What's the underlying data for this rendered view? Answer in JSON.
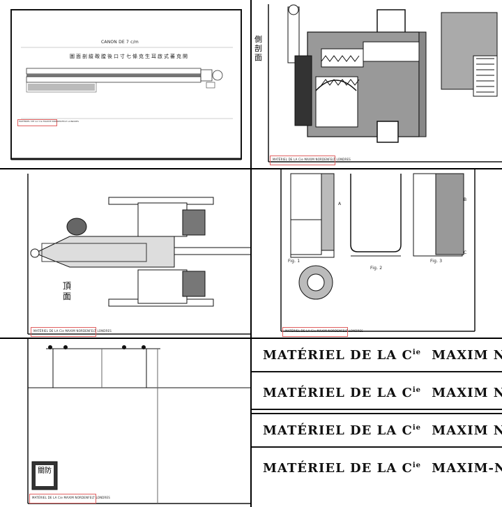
{
  "panel1": {
    "title": "CANON DE 7 c/m",
    "chinese_title": "圖面剖縱礮膛後口寸七條克生耳啟式蕃克開",
    "stamp": "MATÉRIEL DE LA Cie MAXIM NORDENFELT LONDRES"
  },
  "panel2": {
    "side_label": "側剖面",
    "stamp": "MATÉRIEL DE LA Cie MAXIM NORDENFELT LONDRES"
  },
  "panel3": {
    "top_label": "頂面",
    "stamp": "MATÉRIEL DE LA Cie MAXIM NORDENFELT LONDRES"
  },
  "panel4": {
    "fig1": "Fig. 1",
    "fig2": "Fig. 2",
    "fig3": "Fig. 3",
    "letter_a": "A",
    "letter_b": "B",
    "letter_c": "C",
    "stamp": "MATÉRIEL DE LA Cie MAXIM NORDENFELT LONDRES"
  },
  "panel5": {
    "seal_text": "關防",
    "stamp": "MATÉRIEL DE LA Cie MAXIM NORDENFELT LONDRES"
  },
  "panel6": {
    "lines": [
      {
        "pre": "MATÉRIEL DE LA C",
        "sup": "ie",
        "post": " MAXIM NORDENFELT LONDRES"
      },
      {
        "pre": "MATÉRIEL DE LA C",
        "sup": "ie",
        "post": " MAXIM NORDENFELT. LONDRES"
      },
      {
        "pre": "MATÉRIEL DE LA C",
        "sup": "ie",
        "post": " MAXIM NORDENFELT LONDRES"
      },
      {
        "pre": "MATÉRIEL DE LA C",
        "sup": "ie",
        "post": " MAXIM-NORDENFELT LONDRES."
      }
    ]
  }
}
